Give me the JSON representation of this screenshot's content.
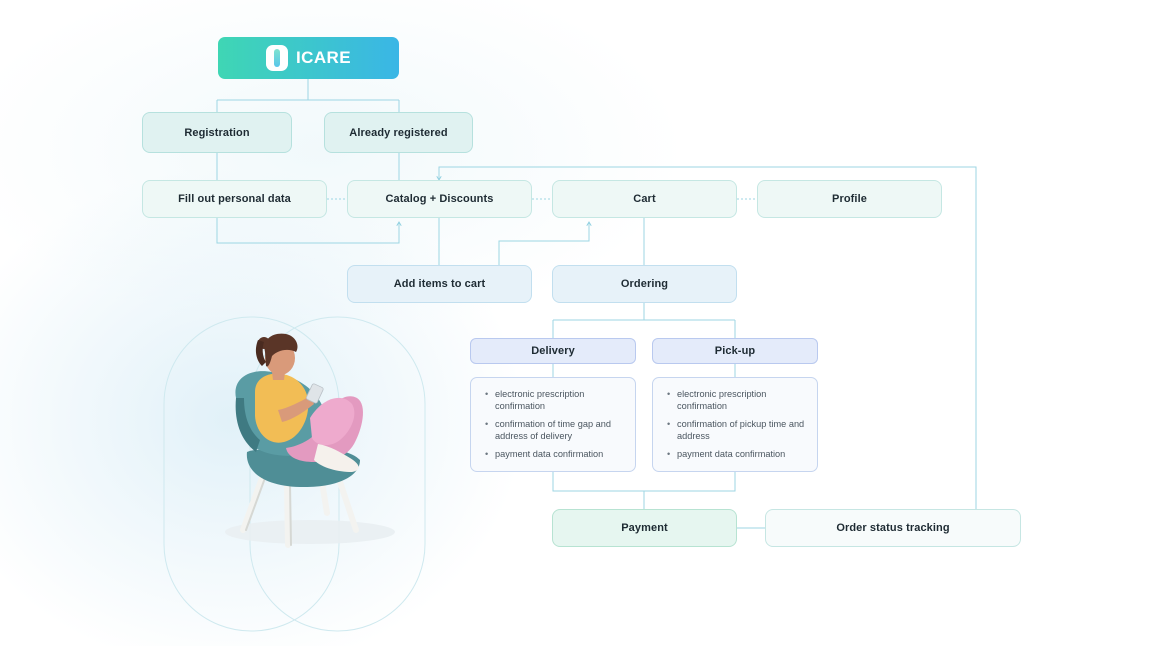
{
  "brand": {
    "name": "ICARE"
  },
  "nodes": {
    "registration": "Registration",
    "already_registered": "Already registered",
    "fill_personal_data": "Fill out personal data",
    "catalog_discounts": "Catalog + Discounts",
    "cart": "Cart",
    "profile": "Profile",
    "add_items": "Add items to cart",
    "ordering": "Ordering",
    "delivery": "Delivery",
    "pickup": "Pick-up",
    "payment": "Payment",
    "order_status": "Order status tracking"
  },
  "delivery_details": [
    "electronic prescription confirmation",
    "confirmation of time gap and  address of delivery",
    "payment data confirmation"
  ],
  "pickup_details": [
    "electronic prescription confirmation",
    "confirmation of pickup time and address",
    "payment data confirmation"
  ],
  "colors": {
    "accent_start": "#3fd6b4",
    "accent_end": "#3ab6e6",
    "connector": "#8fd0e0"
  },
  "illustration": {
    "icon": "woman-in-armchair-with-phone"
  }
}
